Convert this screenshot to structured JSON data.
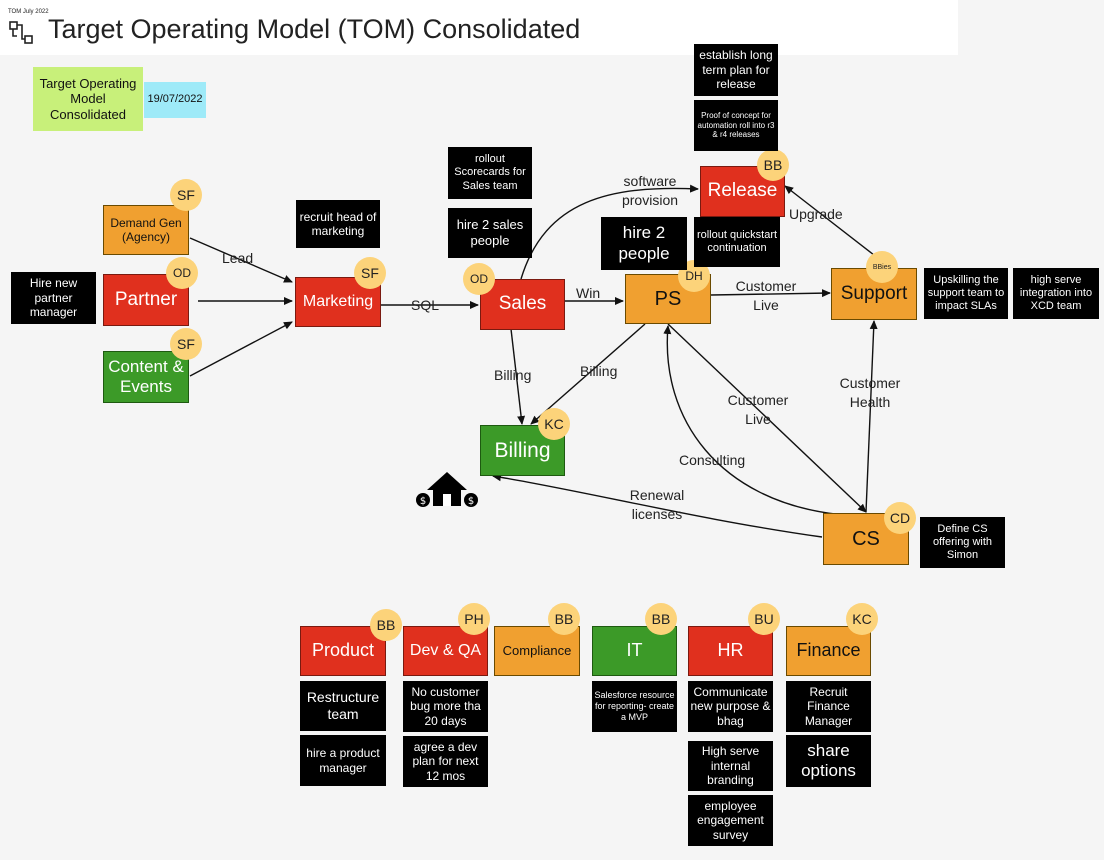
{
  "header": {
    "small": "TOM July 2022",
    "title": "Target Operating Model (TOM) Consolidated",
    "icon": "flow-diagram-icon"
  },
  "stickies": {
    "title": "Target Operating Model Consolidated",
    "date": "19/07/2022"
  },
  "nodes": {
    "demand_gen": "Demand Gen (Agency)",
    "partner": "Partner",
    "content": "Content & Events",
    "marketing": "Marketing",
    "sales": "Sales",
    "ps": "PS",
    "release": "Release",
    "support": "Support",
    "billing": "Billing",
    "cs": "CS"
  },
  "badges": {
    "demand_gen": "SF",
    "partner": "OD",
    "content": "SF",
    "marketing": "SF",
    "sales": "OD",
    "ps": "DH",
    "release": "BB",
    "support": "BBies",
    "billing": "KC",
    "cs": "CD",
    "product": "BB",
    "devqa": "PH",
    "compliance": "BB",
    "it": "BB",
    "hr": "BU",
    "finance": "KC"
  },
  "edges": {
    "lead": "Lead",
    "sql": "SQL",
    "win": "Win",
    "customer_live_1": "Customer Live",
    "software_provision": "software provision",
    "upgrade": "Upgrade",
    "billing_1": "Billing",
    "billing_2": "Billing",
    "customer_live_2": "Customer Live",
    "customer_health": "Customer Health",
    "consulting": "Consulting",
    "renewal": "Renewal licenses"
  },
  "notes": {
    "hire_partner": "Hire new partner manager",
    "recruit_head": "recruit head of marketing",
    "rollout_scorecards": "rollout Scorecards for Sales team",
    "hire_2_sales": "hire 2 sales people",
    "hire_2": "hire 2 people",
    "long_term_plan": "establish long term plan for release",
    "poc": "Proof of concept for automation roll into r3 & r4 releases",
    "rollout_quickstart": "rollout quickstart continuation",
    "upskilling": "Upskilling the support team to impact SLAs",
    "high_serve_integration": "high serve integration into XCD team",
    "define_cs": "Define CS offering with Simon"
  },
  "bottom": {
    "product": "Product",
    "devqa": "Dev & QA",
    "compliance": "Compliance",
    "it": "IT",
    "hr": "HR",
    "finance": "Finance",
    "product_notes": [
      "Restructure team",
      "hire a product manager"
    ],
    "devqa_notes": [
      "No customer bug more tha 20 days",
      "agree a dev plan for next 12 mos"
    ],
    "it_notes": [
      "Salesforce resource for reporting- create a MVP"
    ],
    "hr_notes": [
      "Communicate new purpose & bhag",
      "High serve internal branding",
      "employee engagement survey"
    ],
    "finance_notes": [
      "Recruit Finance Manager",
      "share options"
    ]
  },
  "icons": {
    "house": "house-dollar-icon"
  },
  "colors": {
    "orange": "#f0a030",
    "red": "#e0301e",
    "green": "#3c9a28",
    "badge": "#fcd37a",
    "sticky_green": "#c8f07a",
    "sticky_blue": "#9eeaf8"
  }
}
